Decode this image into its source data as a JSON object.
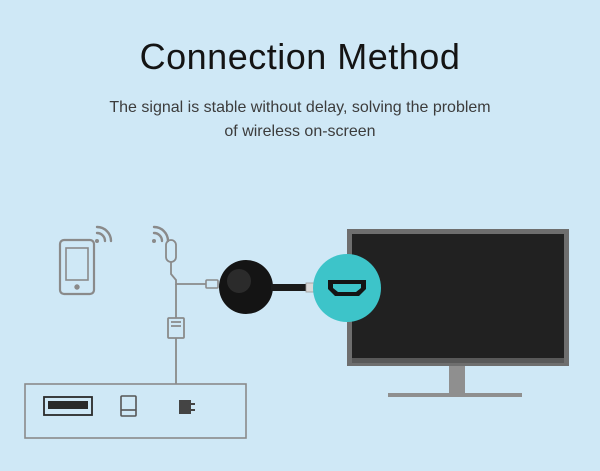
{
  "header": {
    "title": "Connection Method",
    "subtitle_line1": "The signal is stable without delay, solving the problem",
    "subtitle_line2": "of wireless on-screen"
  },
  "colors": {
    "background": "#cfe8f6",
    "hdmi_badge": "#3dc4c9",
    "tv_screen": "#212121",
    "tv_frame": "#6e6e6e",
    "dongle": "#141414",
    "line_art": "#8a8a8a"
  },
  "icons": {
    "phone": "phone-icon",
    "wifi": "wifi-icon",
    "usb_port": "usb-port-icon",
    "storage": "storage-icon",
    "power_plug": "power-plug-icon",
    "hdmi": "hdmi-port-icon"
  }
}
